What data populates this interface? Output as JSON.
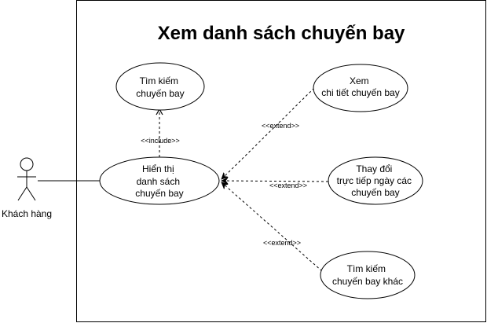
{
  "system": {
    "title": "Xem danh sách chuyến bay"
  },
  "actor": {
    "name": "Khách hàng"
  },
  "use_cases": {
    "main": [
      "Hiển thị",
      "danh sách",
      "chuyến bay"
    ],
    "search": [
      "Tìm kiếm",
      "chuyến bay"
    ],
    "view_detail": [
      "Xem",
      "chi tiết chuyến bay"
    ],
    "change_date": [
      "Thay đổi",
      "trực tiếp ngày các",
      "chuyến bay"
    ],
    "search_other": [
      "Tìm kiếm",
      "chuyến bay khác"
    ]
  },
  "relations": {
    "include": "<<include>>",
    "extend_detail": "<<extend>>",
    "extend_change": "<<extend>>",
    "extend_search_other": "<<extend>>"
  }
}
